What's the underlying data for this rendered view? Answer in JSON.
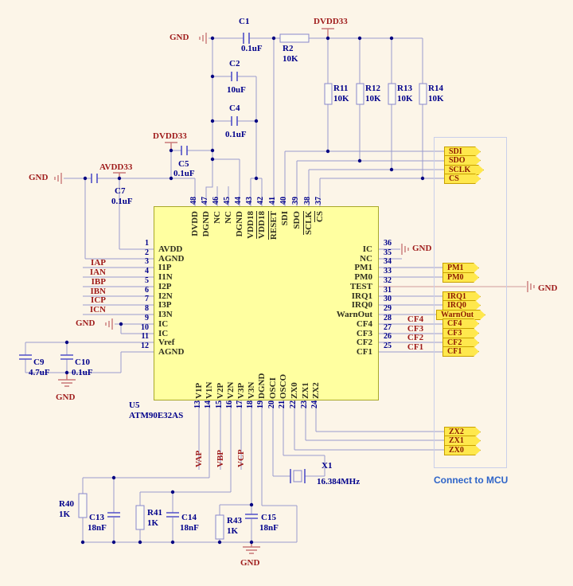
{
  "chip": {
    "ref": "U5",
    "part": "ATM90E32AS",
    "left_pins": [
      {
        "num": "1",
        "name": "AVDD"
      },
      {
        "num": "2",
        "name": "AGND"
      },
      {
        "num": "3",
        "name": "I1P"
      },
      {
        "num": "4",
        "name": "I1N"
      },
      {
        "num": "5",
        "name": "I2P"
      },
      {
        "num": "6",
        "name": "I2N"
      },
      {
        "num": "7",
        "name": "I3P"
      },
      {
        "num": "8",
        "name": "I3N"
      },
      {
        "num": "9",
        "name": "IC"
      },
      {
        "num": "10",
        "name": "IC"
      },
      {
        "num": "11",
        "name": "Vref"
      },
      {
        "num": "12",
        "name": "AGND"
      }
    ],
    "right_pins": [
      {
        "num": "36",
        "name": "IC"
      },
      {
        "num": "35",
        "name": "NC"
      },
      {
        "num": "34",
        "name": "PM1"
      },
      {
        "num": "33",
        "name": "PM0"
      },
      {
        "num": "32",
        "name": "TEST"
      },
      {
        "num": "31",
        "name": "IRQ1"
      },
      {
        "num": "30",
        "name": "IRQ0"
      },
      {
        "num": "29",
        "name": "WarnOut"
      },
      {
        "num": "28",
        "name": "CF4"
      },
      {
        "num": "27",
        "name": "CF3"
      },
      {
        "num": "26",
        "name": "CF2"
      },
      {
        "num": "25",
        "name": "CF1"
      }
    ],
    "top_pins": [
      {
        "num": "48",
        "name": "DVDD"
      },
      {
        "num": "47",
        "name": "DGND"
      },
      {
        "num": "46",
        "name": "NC"
      },
      {
        "num": "45",
        "name": "NC"
      },
      {
        "num": "44",
        "name": "DGND"
      },
      {
        "num": "43",
        "name": "VDD18"
      },
      {
        "num": "42",
        "name": "VDD18"
      },
      {
        "num": "41",
        "name": "RESET"
      },
      {
        "num": "40",
        "name": "SDI"
      },
      {
        "num": "39",
        "name": "SDO"
      },
      {
        "num": "38",
        "name": "SCLK"
      },
      {
        "num": "37",
        "name": "CS"
      }
    ],
    "bottom_pins": [
      {
        "num": "13",
        "name": "V1P"
      },
      {
        "num": "14",
        "name": "V1N"
      },
      {
        "num": "15",
        "name": "V2P"
      },
      {
        "num": "16",
        "name": "V2N"
      },
      {
        "num": "17",
        "name": "V3P"
      },
      {
        "num": "18",
        "name": "V3N"
      },
      {
        "num": "19",
        "name": "DGND"
      },
      {
        "num": "20",
        "name": "OSCI"
      },
      {
        "num": "21",
        "name": "OSCO"
      },
      {
        "num": "22",
        "name": "ZX0"
      },
      {
        "num": "23",
        "name": "ZX1"
      },
      {
        "num": "24",
        "name": "ZX2"
      }
    ]
  },
  "components": {
    "c1": {
      "ref": "C1",
      "value": "0.1uF"
    },
    "c2": {
      "ref": "C2",
      "value": "10uF"
    },
    "c4": {
      "ref": "C4",
      "value": "0.1uF"
    },
    "c5": {
      "ref": "C5",
      "value": "0.1uF"
    },
    "c7": {
      "ref": "C7",
      "value": "0.1uF"
    },
    "c9": {
      "ref": "C9",
      "value": "4.7uF"
    },
    "c10": {
      "ref": "C10",
      "value": "0.1uF"
    },
    "c13": {
      "ref": "C13",
      "value": "18nF"
    },
    "c14": {
      "ref": "C14",
      "value": "18nF"
    },
    "c15": {
      "ref": "C15",
      "value": "18nF"
    },
    "r2": {
      "ref": "R2",
      "value": "10K"
    },
    "r11": {
      "ref": "R11",
      "value": "10K"
    },
    "r12": {
      "ref": "R12",
      "value": "10K"
    },
    "r13": {
      "ref": "R13",
      "value": "10K"
    },
    "r14": {
      "ref": "R14",
      "value": "10K"
    },
    "r40": {
      "ref": "R40",
      "value": "1K"
    },
    "r41": {
      "ref": "R41",
      "value": "1K"
    },
    "r43": {
      "ref": "R43",
      "value": "1K"
    },
    "x1": {
      "ref": "X1",
      "value": "16.384MHz"
    }
  },
  "power": {
    "gnd": "GND",
    "avdd33": "AVDD33",
    "dvdd33": "DVDD33"
  },
  "net_labels": {
    "current": [
      "IAP",
      "IAN",
      "IBP",
      "IBN",
      "ICP",
      "ICN"
    ],
    "voltage": [
      "VAP",
      "VBP",
      "VCP"
    ],
    "cf": [
      "CF4",
      "CF3",
      "CF2",
      "CF1"
    ]
  },
  "flags": {
    "sdi": "SDI",
    "sdo": "SDO",
    "sclk": "SCLK",
    "cs": "CS",
    "pm1": "PM1",
    "pm0": "PM0",
    "irq1": "IRQ1",
    "irq0": "IRQ0",
    "warnout": "WarnOut",
    "cf4": "CF4",
    "cf3": "CF3",
    "cf2": "CF2",
    "cf1": "CF1",
    "zx2": "ZX2",
    "zx1": "ZX1",
    "zx0": "ZX0"
  },
  "note": "Connect to MCU"
}
